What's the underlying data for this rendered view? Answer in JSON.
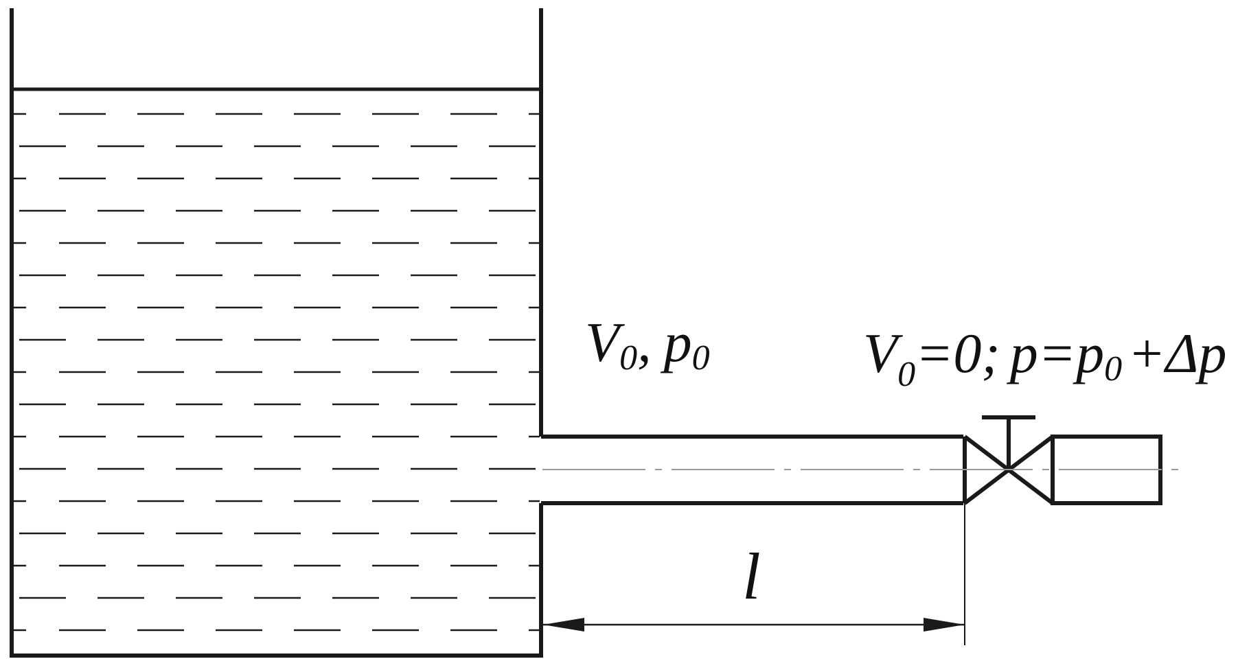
{
  "labels": {
    "inlet": {
      "v": "V",
      "v_sub": "0",
      "sep": ",",
      "p": "p",
      "p_sub": "0"
    },
    "valve": {
      "v": "V",
      "v_sub": "0",
      "eq_zero": "=0;",
      "p_eq": "p=p",
      "p_sub": "0",
      "plus_dp": "+Δp"
    },
    "length": "l"
  },
  "colors": {
    "line": "#1a1a1a",
    "axis": "#9a9a9a"
  }
}
